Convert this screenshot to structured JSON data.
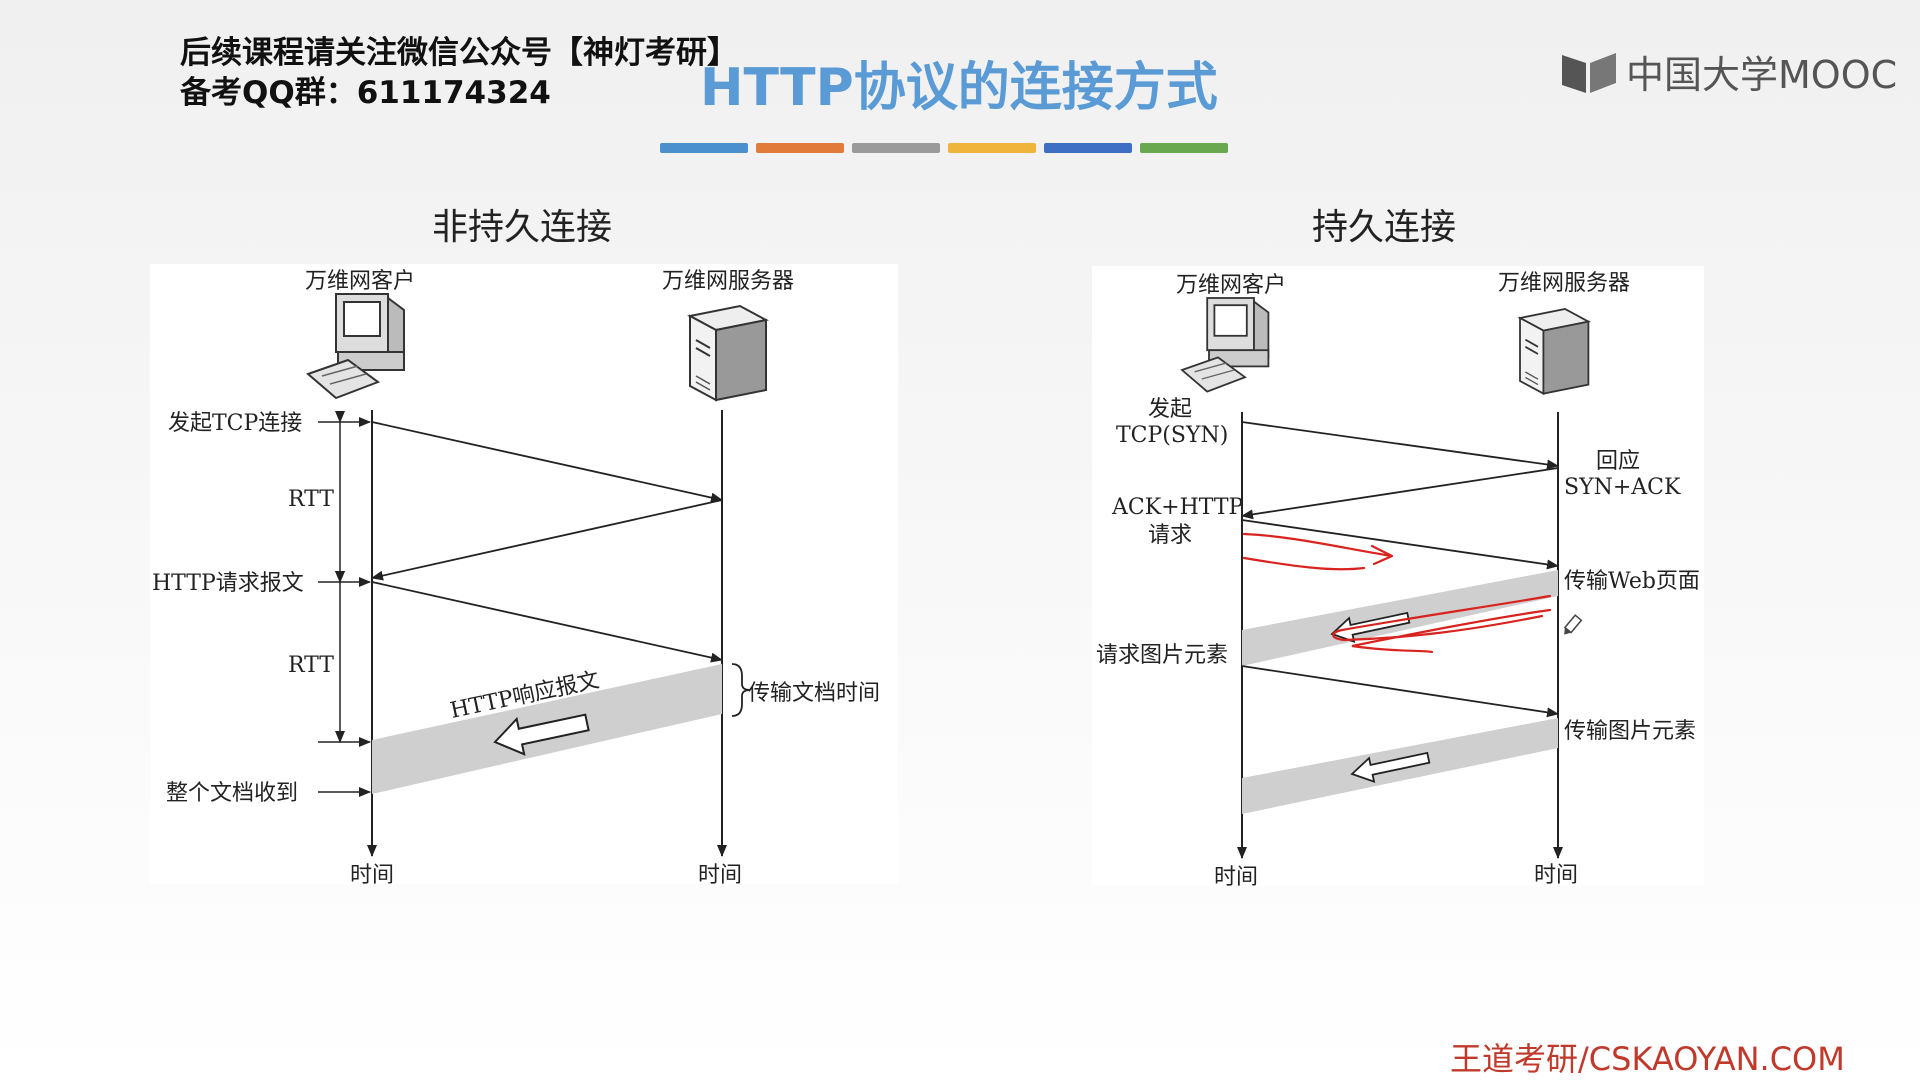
{
  "header": {
    "watermark_line1": "后续课程请关注微信公众号【神灯考研】",
    "watermark_line2": "备考QQ群：611174324",
    "title": "HTTP协议的连接方式",
    "logo_text": "中国大学MOOC",
    "color_bars": [
      "#4a90cf",
      "#e07b39",
      "#9a9a9a",
      "#f0b43c",
      "#3f6fc4",
      "#6aa84f"
    ]
  },
  "left": {
    "section_title": "非持久连接",
    "client_label": "万维网客户",
    "server_label": "万维网服务器",
    "initiate_tcp": "发起TCP连接",
    "rtt1": "RTT",
    "http_request": "HTTP请求报文",
    "rtt2": "RTT",
    "http_response": "HTTP响应报文",
    "transfer_time": "传输文档时间",
    "doc_received": "整个文档收到",
    "time_client": "时间",
    "time_server": "时间"
  },
  "right": {
    "section_title": "持久连接",
    "client_label": "万维网客户",
    "server_label": "万维网服务器",
    "initiate_1": "发起",
    "initiate_2": "TCP(SYN)",
    "reply_1": "回应",
    "reply_2": "SYN+ACK",
    "ack_1": "ACK+HTTP",
    "ack_2": "请求",
    "transfer_web": "传输Web页面",
    "request_image": "请求图片元素",
    "transfer_image": "传输图片元素",
    "time_client": "时间",
    "time_server": "时间"
  },
  "footer": {
    "brand": "王道考研/CSKAOYAN.COM"
  }
}
